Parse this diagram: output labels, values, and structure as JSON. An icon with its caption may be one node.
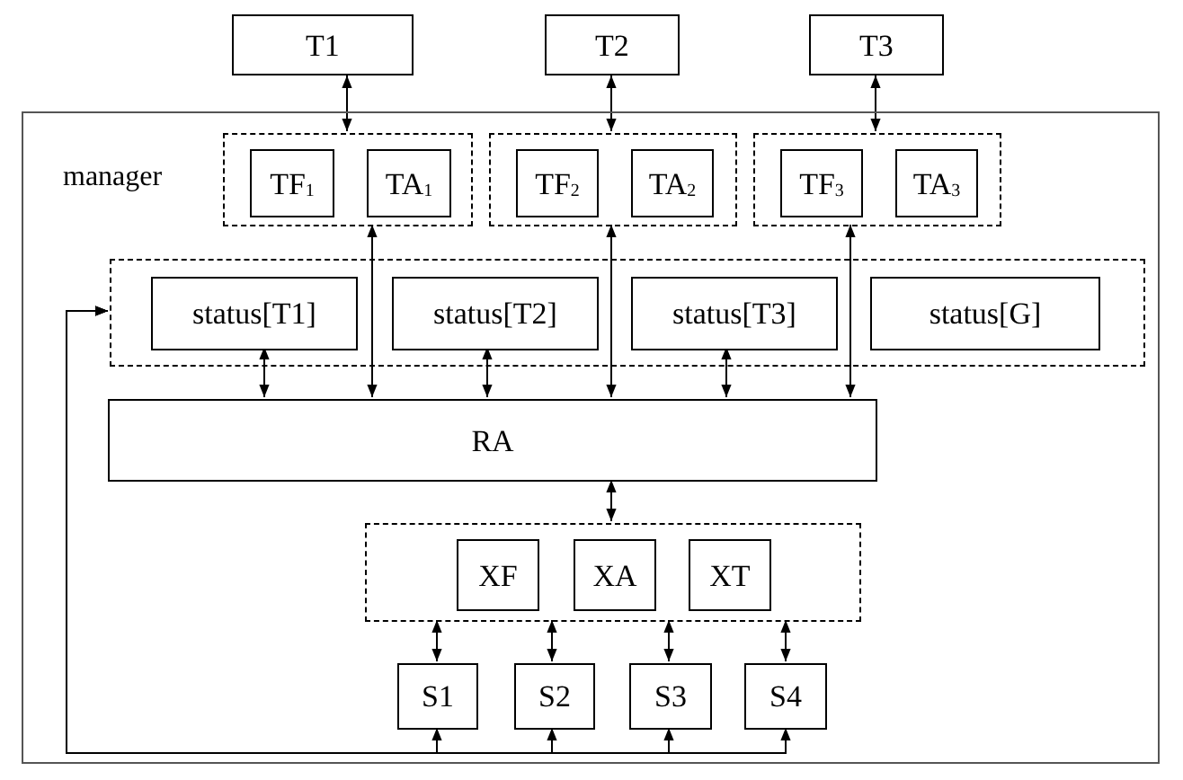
{
  "diagram": {
    "nodes": [
      {
        "text": [
          "T1"
        ]
      },
      {
        "text": [
          "T2"
        ]
      },
      {
        "text": [
          "T3"
        ]
      },
      {
        "text": [
          "manager"
        ]
      },
      {
        "text": [],
        "shape": "box",
        "in": 3
      },
      {
        "text": [
          "TF$_{1}$"
        ],
        "in": 4
      },
      {
        "text": [
          "TA$_{1}$"
        ],
        "in": 4
      },
      {
        "text": [],
        "shape": "box",
        "in": 3
      },
      {
        "text": [
          "TF$_{2}$"
        ],
        "in": 7
      },
      {
        "text": [
          "TA$_{2}$"
        ],
        "in": 7
      },
      {
        "text": [],
        "shape": "box",
        "in": 3
      },
      {
        "text": [
          "TF$_{3}$"
        ],
        "in": 10
      },
      {
        "text": [
          "TA$_{3}$"
        ],
        "in": 10
      },
      {
        "text": [],
        "shape": "box",
        "in": 3
      },
      {
        "text": [
          "status[T1]"
        ],
        "in": 13
      },
      {
        "text": [
          "status[T2]"
        ],
        "in": 13
      },
      {
        "text": [
          "status[T3]"
        ],
        "in": 13
      },
      {
        "text": [
          "status[G]"
        ],
        "in": 13
      },
      {
        "text": [
          "RA"
        ],
        "in": 3
      },
      {
        "text": [],
        "shape": "box",
        "in": 3
      },
      {
        "text": [
          "XF"
        ],
        "in": 19
      },
      {
        "text": [
          "XA"
        ],
        "in": 19
      },
      {
        "text": [
          "XT"
        ],
        "in": 19
      },
      {
        "text": [
          "S1"
        ],
        "in": 3
      },
      {
        "text": [
          "S2"
        ],
        "in": 3
      },
      {
        "text": [
          "S3"
        ],
        "in": 3
      },
      {
        "text": [
          "S4"
        ],
        "in": 3
      }
    ],
    "edges": [
      {
        "from": 0,
        "to": 4,
        "arrow": "both"
      },
      {
        "from": 1,
        "to": 7,
        "arrow": "both"
      },
      {
        "from": 2,
        "to": 10,
        "arrow": "both"
      },
      {
        "from": 4,
        "to": 18,
        "arrow": "both"
      },
      {
        "from": 7,
        "to": 18,
        "arrow": "both"
      },
      {
        "from": 10,
        "to": 18,
        "arrow": "both"
      },
      {
        "from": 14,
        "to": 18,
        "arrow": "both"
      },
      {
        "from": 15,
        "to": 18,
        "arrow": "both"
      },
      {
        "from": 16,
        "to": 18,
        "arrow": "both"
      },
      {
        "from": 18,
        "to": 19,
        "arrow": "both"
      },
      {
        "from": 19,
        "to": 23,
        "arrow": "both"
      },
      {
        "from": 19,
        "to": 24,
        "arrow": "both"
      },
      {
        "from": 19,
        "to": 25,
        "arrow": "both"
      },
      {
        "from": 19,
        "to": 26,
        "arrow": "both"
      },
      {
        "from": 13,
        "to": 23,
        "arrow": "both"
      },
      {
        "from": 13,
        "to": 24,
        "arrow": "both"
      },
      {
        "from": 13,
        "to": 25,
        "arrow": "both"
      },
      {
        "from": 13,
        "to": 26,
        "arrow": "both"
      }
    ]
  }
}
